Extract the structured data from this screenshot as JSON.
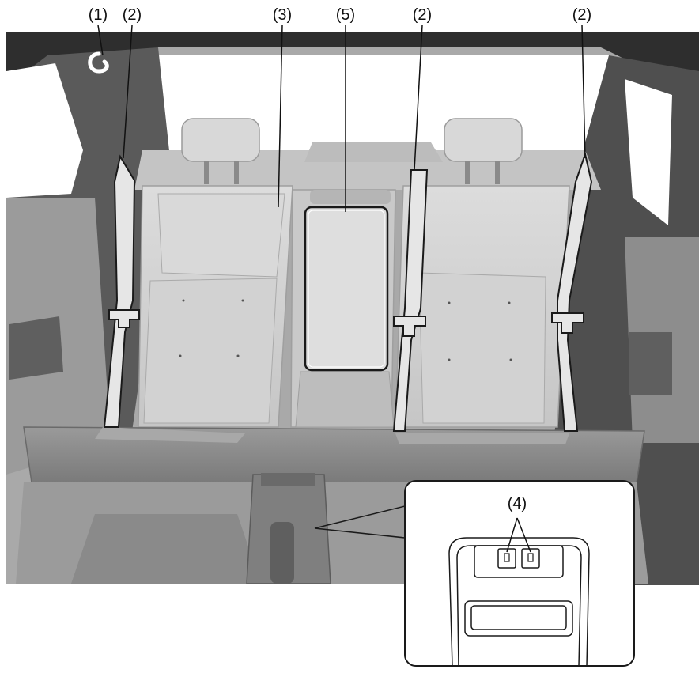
{
  "callouts": {
    "c1": "(1)",
    "c2a": "(2)",
    "c3": "(3)",
    "c5": "(5)",
    "c2b": "(2)",
    "c2c": "(2)",
    "c4": "(4)"
  },
  "colors": {
    "cabin_dark": "#2e2e2e",
    "pillar": "#5a5a5a",
    "seat_light": "#d4d4d4",
    "seat_mid": "#bdbdbd",
    "cushion": "#8a8a8a",
    "floor": "#9b9b9b",
    "leader": "#111111"
  }
}
